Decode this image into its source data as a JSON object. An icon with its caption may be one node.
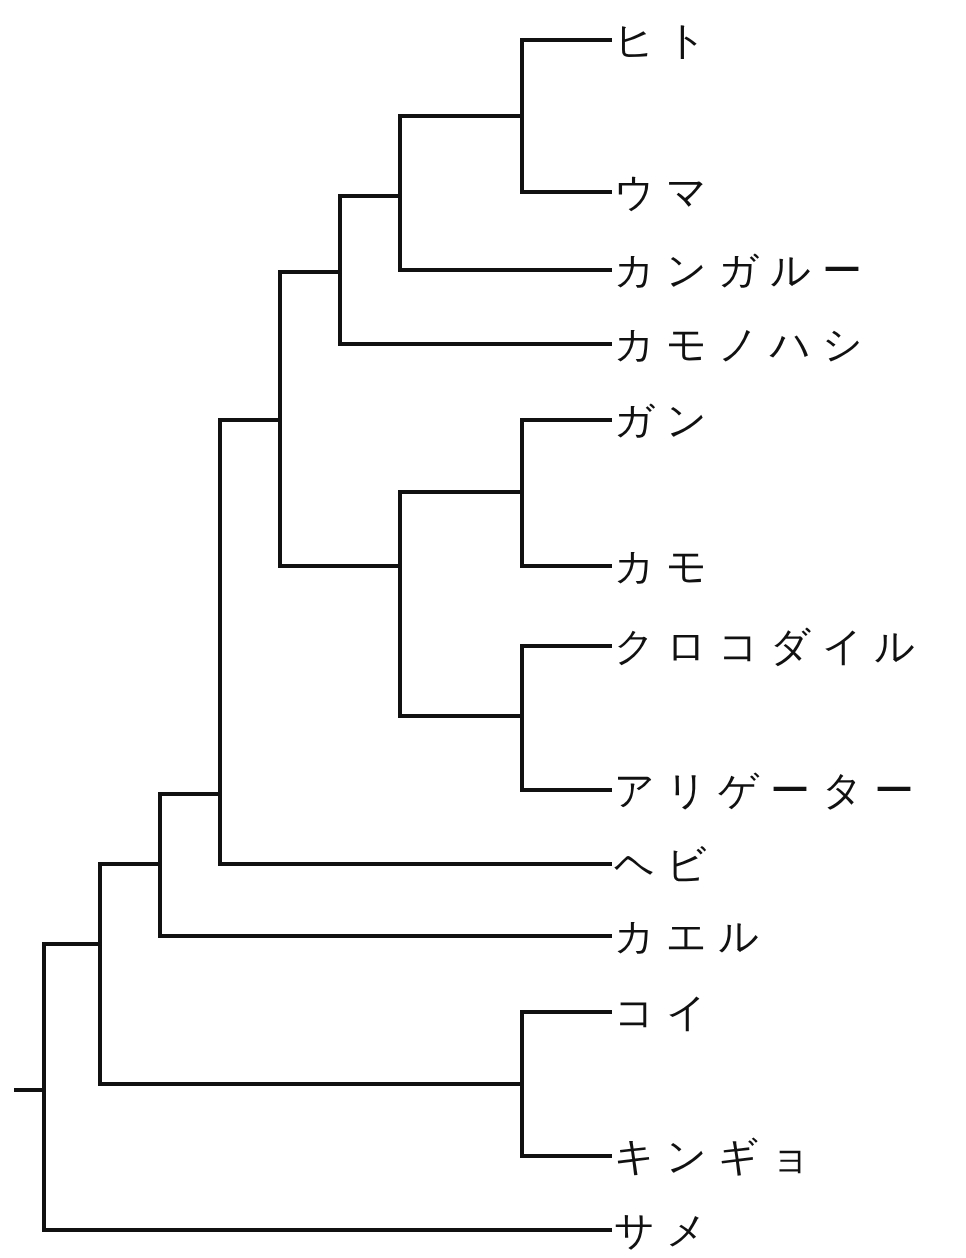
{
  "diagram": {
    "nodes": [
      {
        "text": [
          "ヒト"
        ]
      },
      {
        "text": [
          "ウマ"
        ]
      },
      {
        "text": [
          "カンガルー"
        ]
      },
      {
        "text": [
          "カモノハシ"
        ]
      },
      {
        "text": [
          "ガン"
        ]
      },
      {
        "text": [
          "カモ"
        ]
      },
      {
        "text": [
          "クロコダイル"
        ]
      },
      {
        "text": [
          "アリゲーター"
        ]
      },
      {
        "text": [
          "ヘビ"
        ]
      },
      {
        "text": [
          "カエル"
        ]
      },
      {
        "text": [
          "コイ"
        ]
      },
      {
        "text": [
          "キンギョ"
        ]
      },
      {
        "text": [
          "サメ"
        ]
      },
      {
        "text": [],
        "shape": "bar"
      },
      {
        "text": [],
        "shape": "bar"
      },
      {
        "text": [],
        "shape": "bar"
      },
      {
        "text": [],
        "shape": "bar"
      },
      {
        "text": [],
        "shape": "bar"
      },
      {
        "text": [],
        "shape": "bar"
      },
      {
        "text": [],
        "shape": "bar"
      },
      {
        "text": [],
        "shape": "bar"
      },
      {
        "text": [],
        "shape": "bar"
      },
      {
        "text": [],
        "shape": "bar"
      },
      {
        "text": [],
        "shape": "bar"
      },
      {
        "text": [],
        "shape": "bar"
      }
    ],
    "edges": [
      {
        "from": 13,
        "to": 0,
        "arrow": "none"
      },
      {
        "from": 13,
        "to": 1,
        "arrow": "none"
      },
      {
        "from": 14,
        "to": 13,
        "arrow": "none"
      },
      {
        "from": 14,
        "to": 2,
        "arrow": "none"
      },
      {
        "from": 15,
        "to": 14,
        "arrow": "none"
      },
      {
        "from": 15,
        "to": 3,
        "arrow": "none"
      },
      {
        "from": 16,
        "to": 15,
        "arrow": "none"
      },
      {
        "from": 16,
        "to": 17,
        "arrow": "none"
      },
      {
        "from": 17,
        "to": 18,
        "arrow": "none"
      },
      {
        "from": 17,
        "to": 19,
        "arrow": "none"
      },
      {
        "from": 18,
        "to": 4,
        "arrow": "none"
      },
      {
        "from": 18,
        "to": 5,
        "arrow": "none"
      },
      {
        "from": 19,
        "to": 6,
        "arrow": "none"
      },
      {
        "from": 19,
        "to": 7,
        "arrow": "none"
      },
      {
        "from": 20,
        "to": 16,
        "arrow": "none"
      },
      {
        "from": 20,
        "to": 8,
        "arrow": "none"
      },
      {
        "from": 21,
        "to": 20,
        "arrow": "none"
      },
      {
        "from": 21,
        "to": 9,
        "arrow": "none"
      },
      {
        "from": 22,
        "to": 21,
        "arrow": "none"
      },
      {
        "from": 22,
        "to": 23,
        "arrow": "none"
      },
      {
        "from": 23,
        "to": 10,
        "arrow": "none"
      },
      {
        "from": 23,
        "to": 11,
        "arrow": "none"
      },
      {
        "from": 24,
        "to": 22,
        "arrow": "none"
      },
      {
        "from": 24,
        "to": 12,
        "arrow": "none"
      },
      {
        "from": null,
        "to": 24,
        "arrow": "none"
      }
    ]
  }
}
